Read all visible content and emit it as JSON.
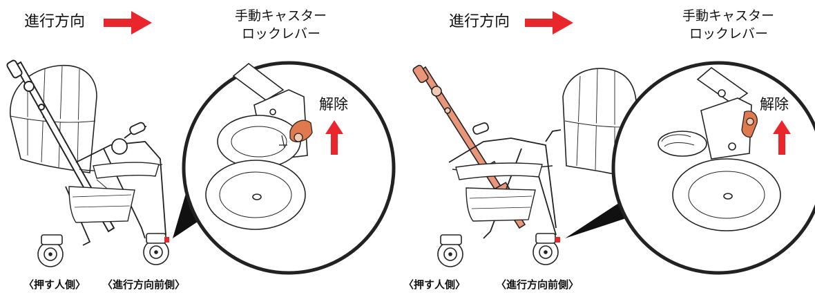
{
  "panels": [
    {
      "direction_label": "進行方向",
      "lever_label_line1": "手動キャスター",
      "lever_label_line2": "ロックレバー",
      "release_label": "解除",
      "pusher_side_label": "〈押す人側〉",
      "forward_side_label": "〈進行方向前側〉",
      "handle_highlighted": false
    },
    {
      "direction_label": "進行方向",
      "lever_label_line1": "手動キャスター",
      "lever_label_line2": "ロックレバー",
      "release_label": "解除",
      "pusher_side_label": "〈押す人側〉",
      "forward_side_label": "〈進行方向前側〉",
      "handle_highlighted": true
    }
  ],
  "colors": {
    "arrow_red": "#e8262b",
    "lever_orange": "#e07a4e",
    "handle_salmon": "#e8957a",
    "line": "#222222",
    "callout_black": "#111111"
  }
}
